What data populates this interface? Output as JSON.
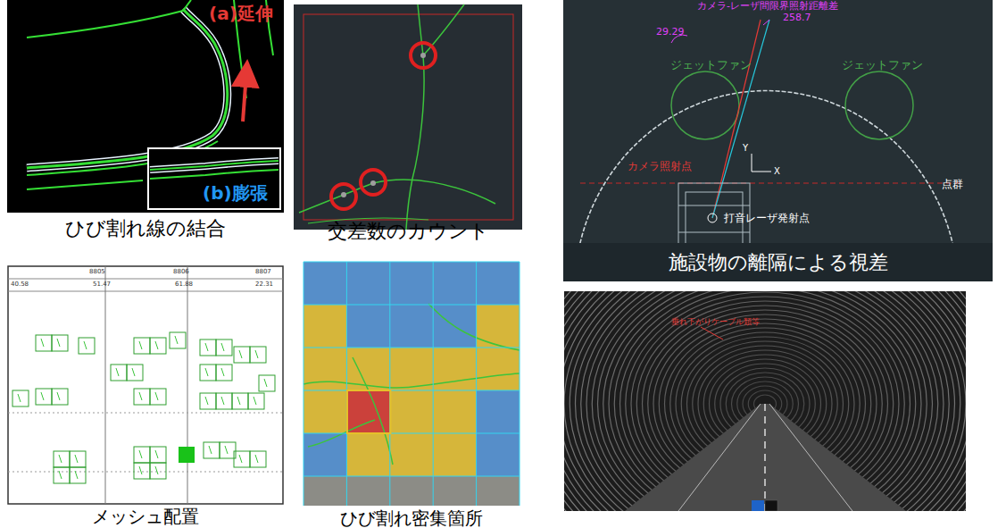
{
  "diagram": {
    "nodes": [
      {
        "text": [
          "(a)延伸",
          "ひび割れ線の結合"
        ]
      },
      {
        "text": [
          "(b)膨張"
        ],
        "in": 0
      },
      {
        "text": [
          "交差数のカウント"
        ]
      },
      {
        "text": [
          "カメラ-レーザ間限界照射距離差",
          "258.7",
          "29.29",
          "ジェットファン",
          "ジェットファン",
          "カメラ照射点",
          "打音レーザ発射点",
          "点群",
          "Y",
          "X",
          "施設物の離隔による視差"
        ]
      },
      {
        "text": [
          "8805",
          "8806",
          "8807",
          "40.58",
          "51.47",
          "61.88",
          "22.31",
          "メッシュ配置"
        ]
      },
      {
        "text": [
          "ひび割れ密集箇所"
        ]
      },
      {
        "text": [
          "垂れ下がりケーブル類等"
        ]
      }
    ]
  }
}
